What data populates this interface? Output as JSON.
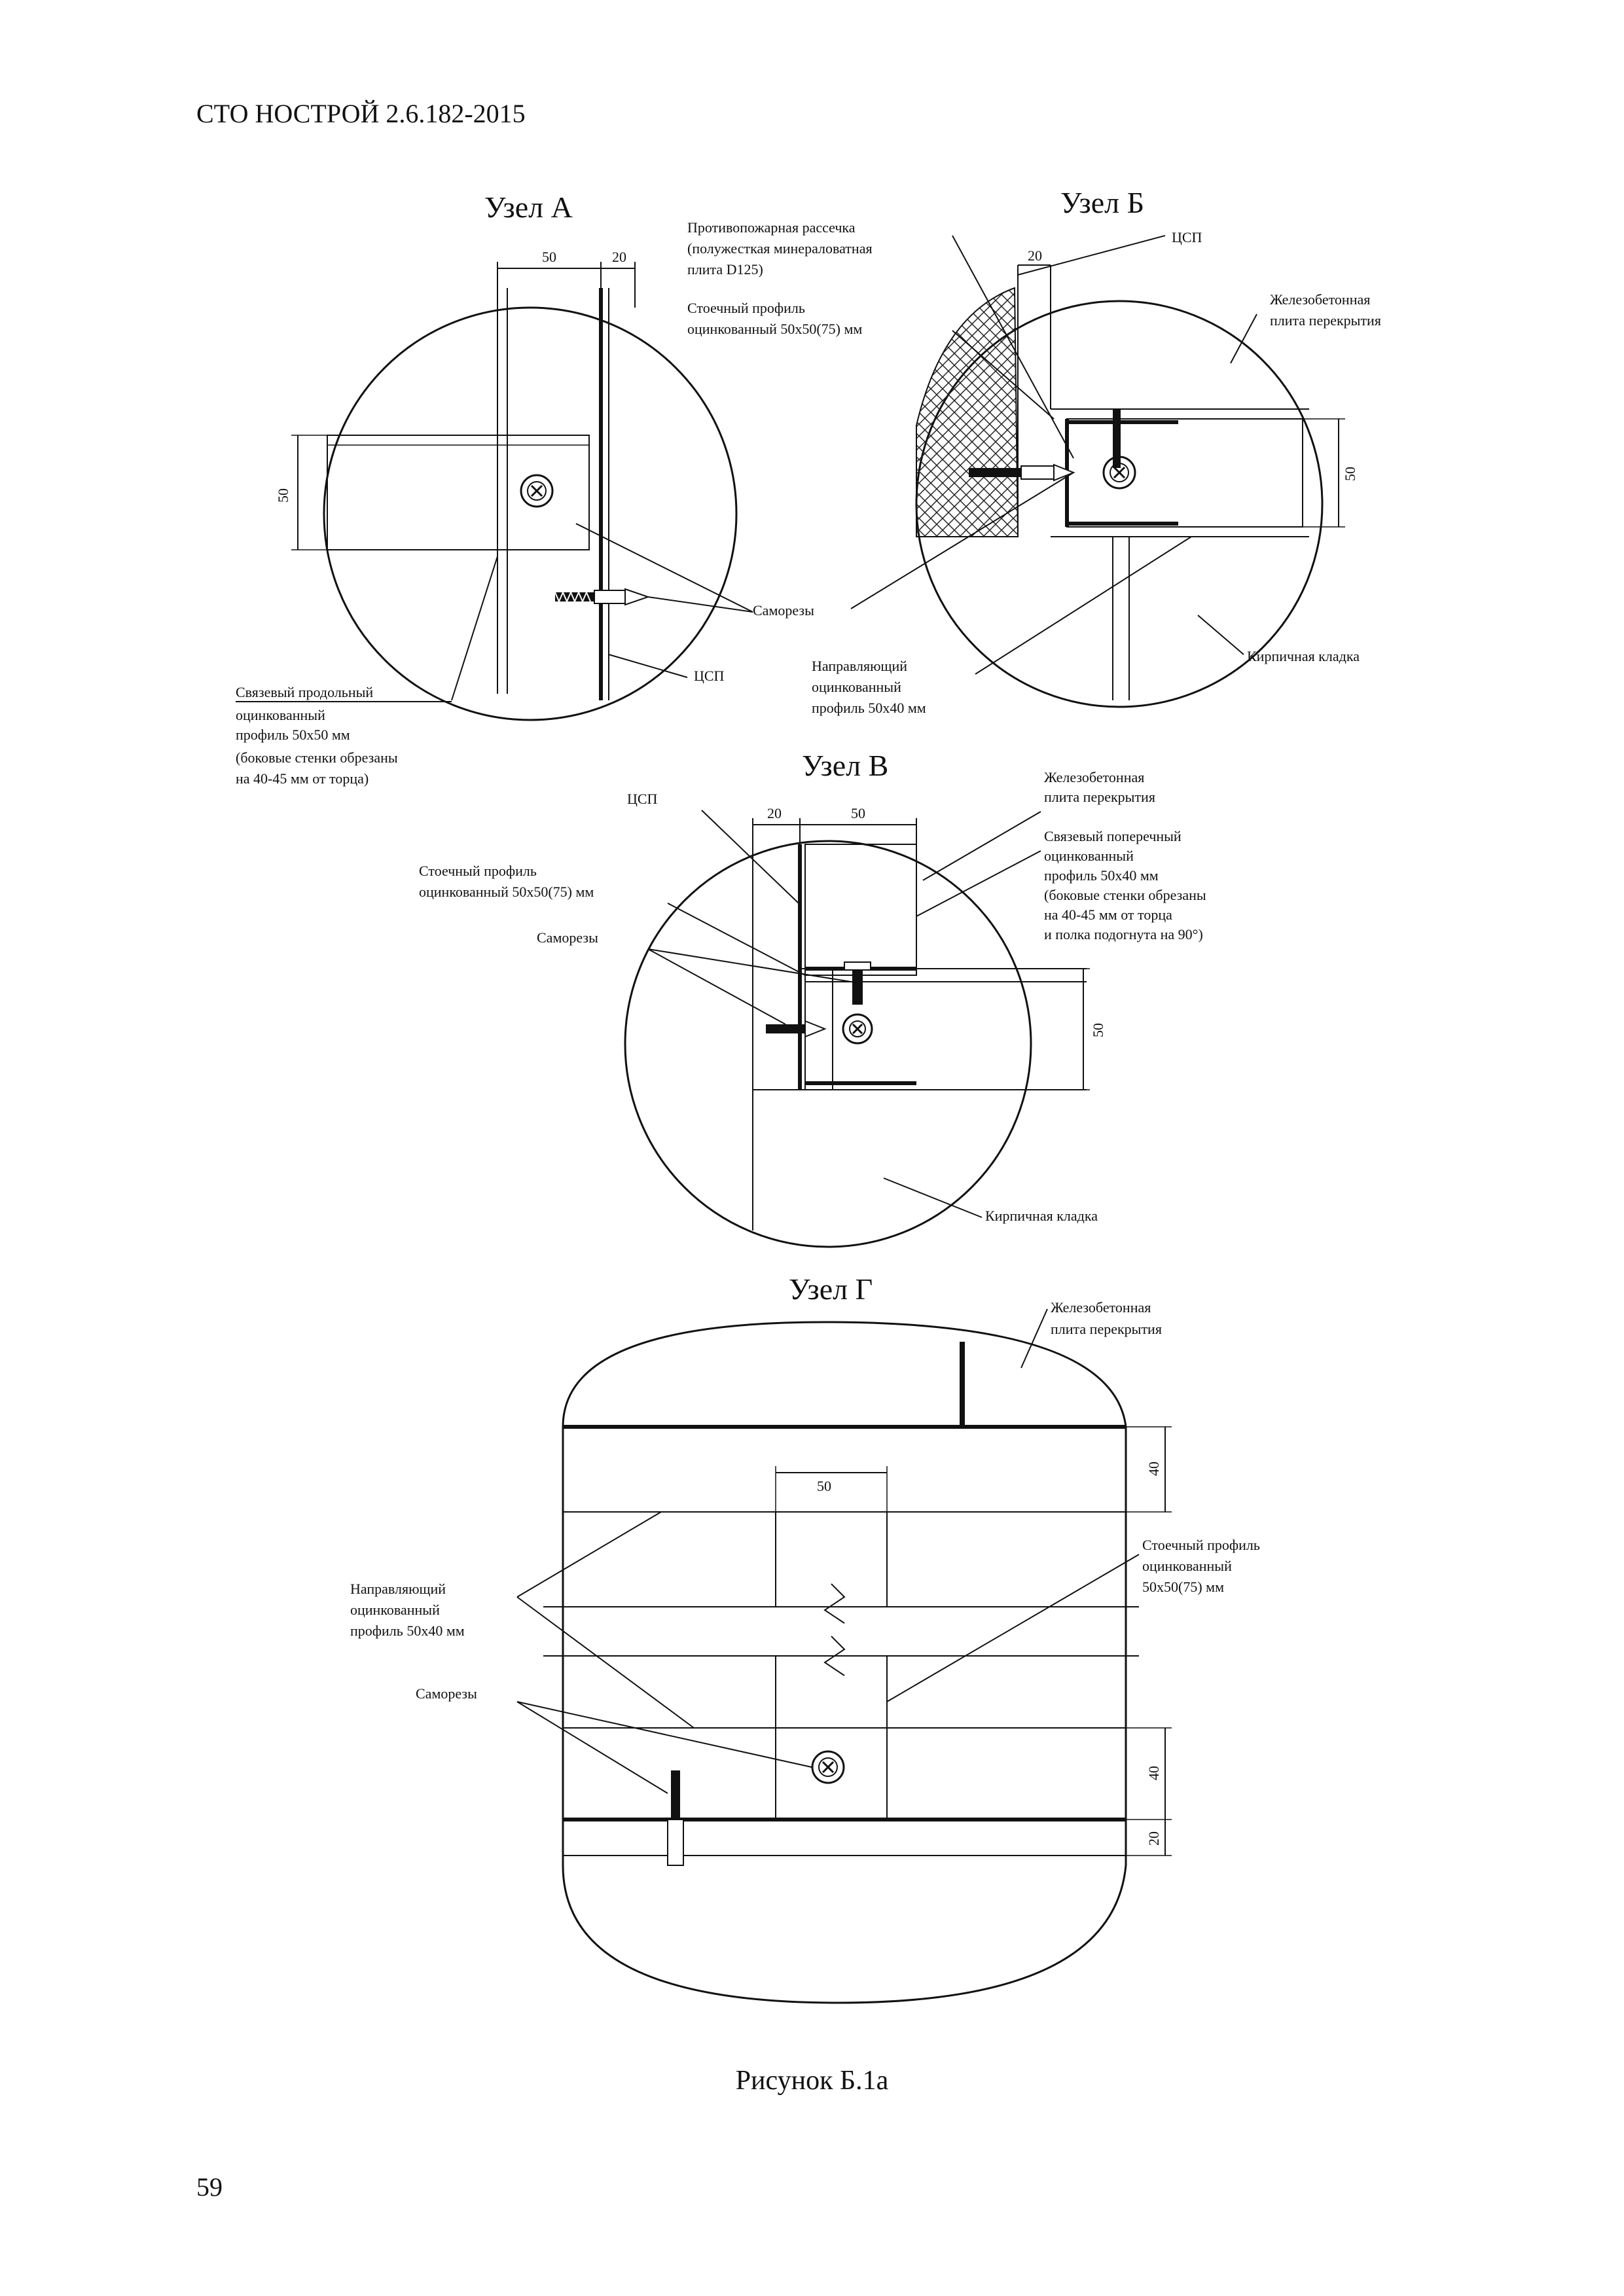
{
  "header": {
    "code": "СТО НОСТРОЙ 2.6.182-2015"
  },
  "figure": {
    "caption": "Рисунок Б.1а",
    "nodes": {
      "a": {
        "title": "Узел А",
        "dim_50": "50",
        "dim_20": "20",
        "dim_50_vert": "50",
        "label_screws": "Саморезы",
        "label_tsp": "ЦСП",
        "label_link_profile": [
          "Связевый продольный",
          "оцинкованный",
          "профиль 50х50 мм",
          "(боковые стенки обрезаны",
          "на 40-45 мм от торца)"
        ]
      },
      "b": {
        "title": "Узел Б",
        "dim_20": "20",
        "dim_50_vert": "50",
        "label_tsp": "ЦСП",
        "label_fire_cut": [
          "Противопожарная рассечка",
          "(полужесткая минераловатная",
          "плита D125)"
        ],
        "label_drain_profile": [
          "Стоечный профиль",
          "оцинкованный 50х50(75) мм"
        ],
        "label_slab": [
          "Железобетонная",
          "плита перекрытия"
        ],
        "label_guide_profile": [
          "Направляющий",
          "оцинкованный",
          "профиль 50х40 мм"
        ],
        "label_brick": "Кирпичная кладка"
      },
      "v": {
        "title": "Узел В",
        "dim_20": "20",
        "dim_50": "50",
        "dim_50_vert": "50",
        "label_tsp": "ЦСП",
        "label_drain_profile": [
          "Стоечный профиль",
          "оцинкованный 50х50(75) мм"
        ],
        "label_screws": "Саморезы",
        "label_slab": [
          "Железобетонная",
          "плита перекрытия"
        ],
        "label_cross_profile": [
          "Связевый поперечный",
          "оцинкованный",
          "профиль 50х40 мм",
          "(боковые стенки обрезаны",
          "на 40-45 мм от торца",
          "и полка подогнута на 90°)"
        ],
        "label_brick": "Кирпичная кладка"
      },
      "g": {
        "title": "Узел Г",
        "dim_50": "50",
        "dim_40_top": "40",
        "dim_40_bottom": "40",
        "dim_20": "20",
        "label_slab": [
          "Железобетонная",
          "плита перекрытия"
        ],
        "label_drain_profile": [
          "Стоечный профиль",
          "оцинкованный",
          "50х50(75) мм"
        ],
        "label_guide_profile": [
          "Направляющий",
          "оцинкованный",
          "профиль 50х40 мм"
        ],
        "label_screws": "Саморезы"
      }
    }
  },
  "page_number": "59"
}
